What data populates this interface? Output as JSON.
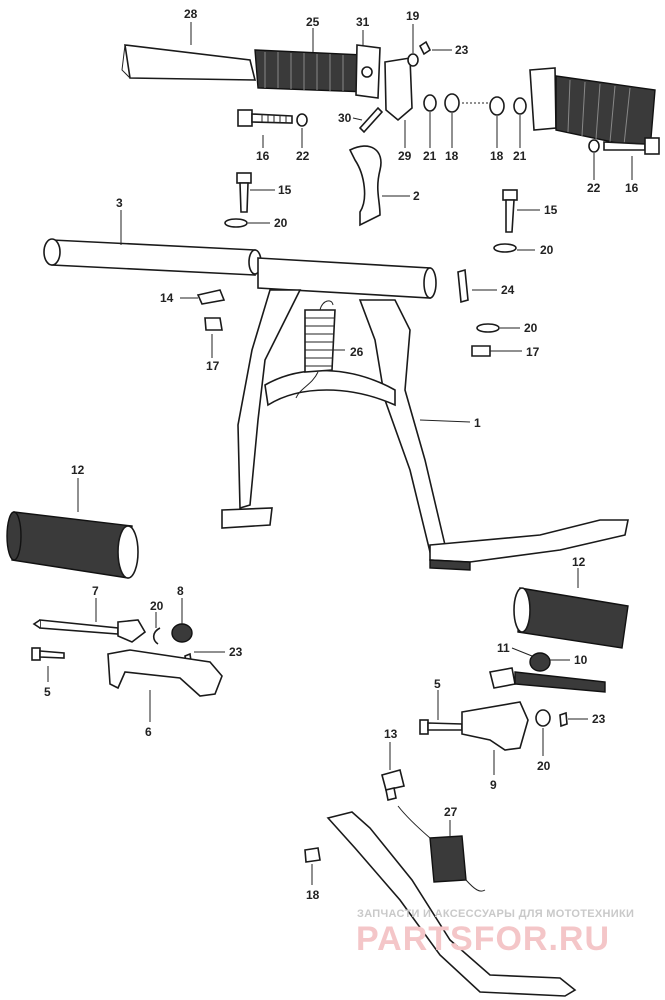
{
  "callouts": [
    "28",
    "25",
    "31",
    "19",
    "23",
    "30",
    "16",
    "22",
    "29",
    "21",
    "18",
    "18",
    "21",
    "22",
    "16",
    "2",
    "15",
    "20",
    "15",
    "20",
    "3",
    "14",
    "17",
    "26",
    "24",
    "20",
    "17",
    "1",
    "12",
    "7",
    "8",
    "20",
    "23",
    "5",
    "6",
    "12",
    "11",
    "10",
    "5",
    "23",
    "9",
    "20",
    "13",
    "27",
    "18"
  ],
  "watermark": {
    "tagline": "ЗАПЧАСТИ И АКСЕССУАРЫ ДЛЯ МОТОТЕХНИКИ",
    "brand": "PARTSFOR.RU"
  }
}
